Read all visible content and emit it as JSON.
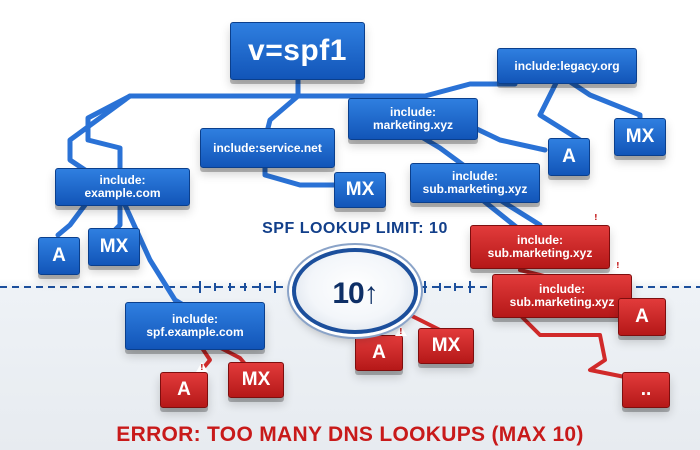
{
  "diagram": {
    "root": "v=spf1",
    "limit_label": "SPF LOOKUP LIMIT: 10",
    "counter": "10↑",
    "error_text": "ERROR: TOO MANY DNS LOOKUPS (MAX 10)",
    "nodes": {
      "include_example_line1": "include:",
      "include_example_line2": "example.com",
      "include_service": "include:service.net",
      "include_marketing_line1": "include:",
      "include_marketing_line2": "marketing.xyz",
      "include_legacy": "include:legacy.org",
      "include_sub_marketing_line1": "include:",
      "include_sub_marketing_line2": "sub.marketing.xyz",
      "include_spf_example_line1": "include:",
      "include_spf_example_line2": "spf.example.com",
      "red_sub_marketing_1_line1": "include:",
      "red_sub_marketing_1_line2": "sub.marketing.xyz",
      "red_sub_marketing_2_line1": "include:",
      "red_sub_marketing_2_line2": "sub.marketing.xyz",
      "record_a": "A",
      "record_mx": "MX",
      "record_ellipsis": ".."
    },
    "colors": {
      "blue_node": "#1a63cc",
      "red_node": "#c92222",
      "label_blue": "#123f8a",
      "error_red": "#c81a1a"
    }
  }
}
